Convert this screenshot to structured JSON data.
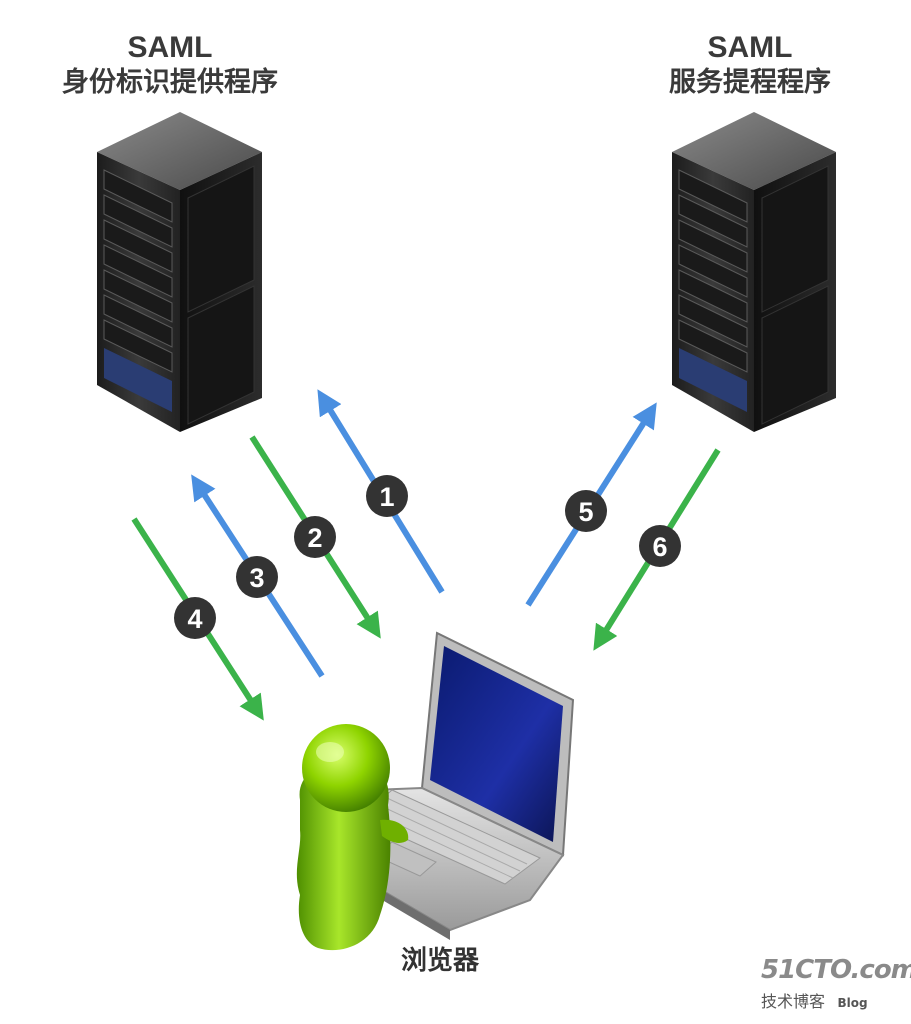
{
  "idp": {
    "line1": "SAML",
    "line2": "身份标识提供程序"
  },
  "sp": {
    "line1": "SAML",
    "line2": "服务提程程序"
  },
  "browser": {
    "label": "浏览器"
  },
  "steps": [
    "1",
    "2",
    "3",
    "4",
    "5",
    "6"
  ],
  "colors": {
    "request_arrow": "#4a8fe0",
    "response_arrow": "#3bb34a",
    "step_badge": "#333333",
    "person": "#8fd400"
  },
  "watermark": {
    "site": "51CTO.com",
    "sub": "技术博客",
    "blog": "Blog"
  }
}
